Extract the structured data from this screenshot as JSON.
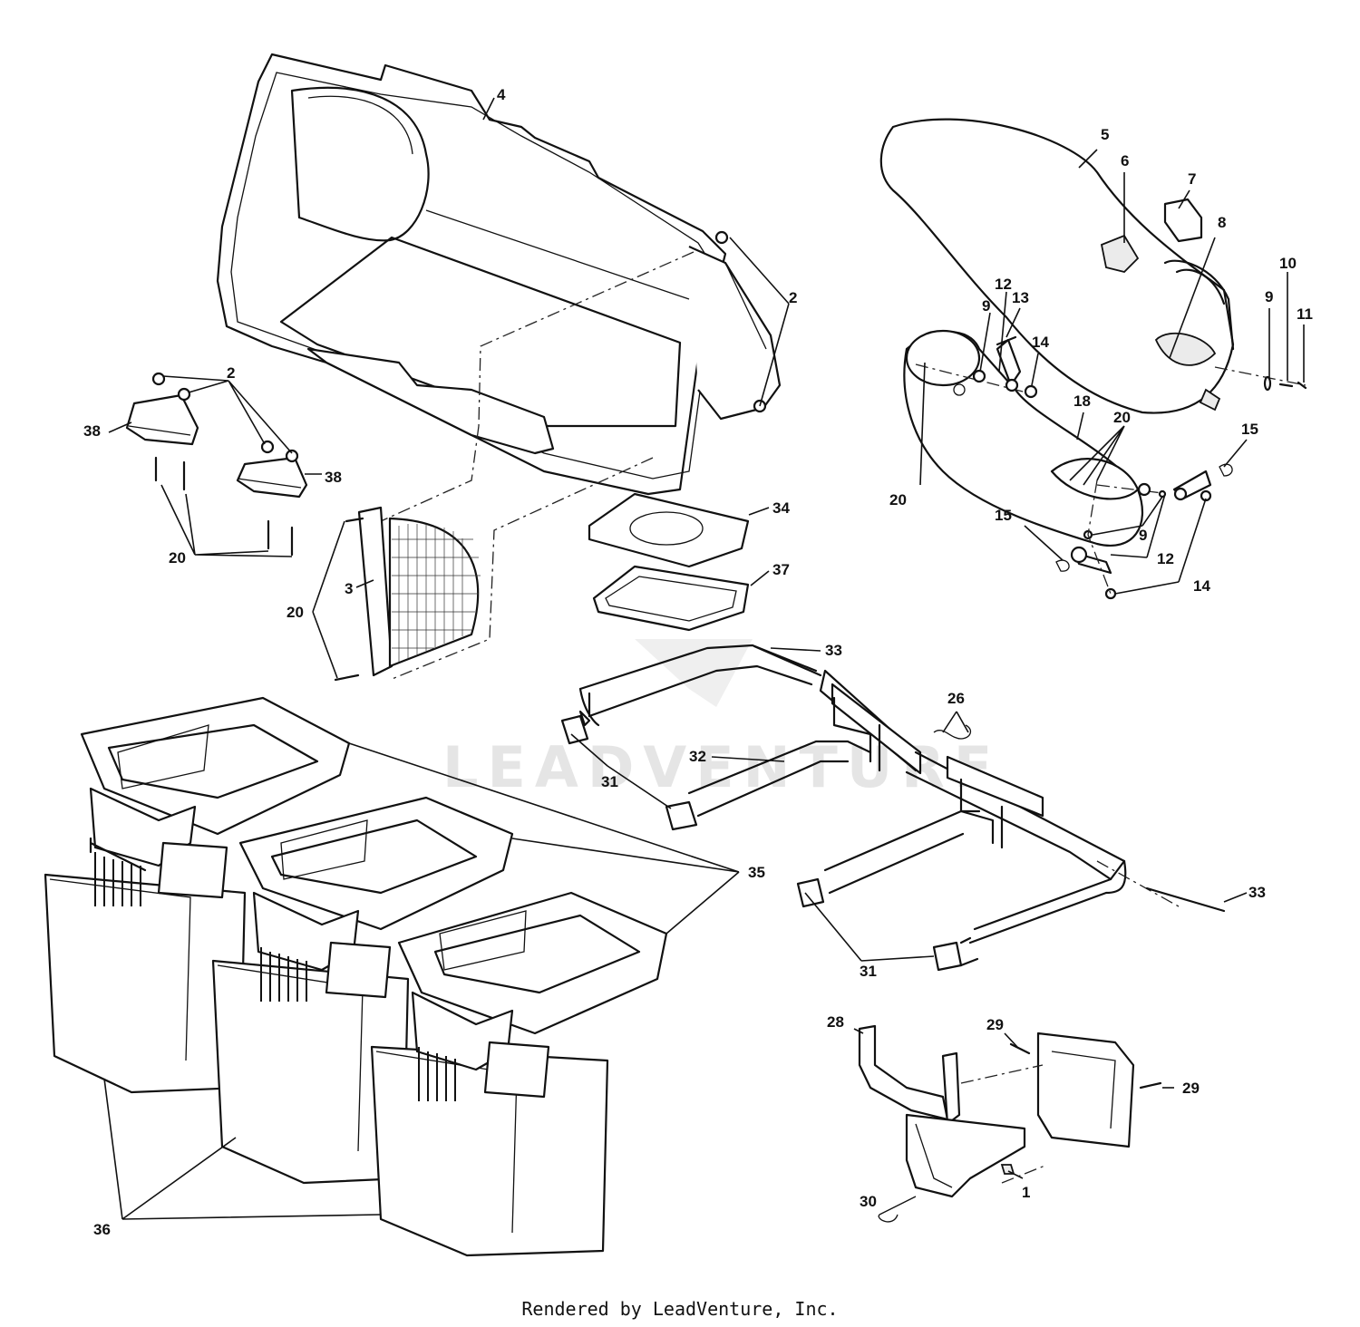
{
  "watermark": "LEADVENTURE",
  "footer": "Rendered by LeadVenture, Inc.",
  "callouts": {
    "c4": "4",
    "c5": "5",
    "c6": "6",
    "c7": "7",
    "c8": "8",
    "c2a": "2",
    "c2b": "2",
    "c38a": "38",
    "c38b": "38",
    "c20a": "20",
    "c20b": "20",
    "c20c": "20",
    "c20d": "20",
    "c3": "3",
    "c34": "34",
    "c37": "37",
    "c33a": "33",
    "c33b": "33",
    "c26": "26",
    "c32": "32",
    "c31a": "31",
    "c31b": "31",
    "c35": "35",
    "c36": "36",
    "c28": "28",
    "c29a": "29",
    "c29b": "29",
    "c30": "30",
    "c1": "1",
    "c9a": "9",
    "c9b": "9",
    "c9c": "9",
    "c10": "10",
    "c11": "11",
    "c12a": "12",
    "c12b": "12",
    "c13": "13",
    "c14a": "14",
    "c14b": "14",
    "c15a": "15",
    "c15b": "15",
    "c18": "18"
  }
}
